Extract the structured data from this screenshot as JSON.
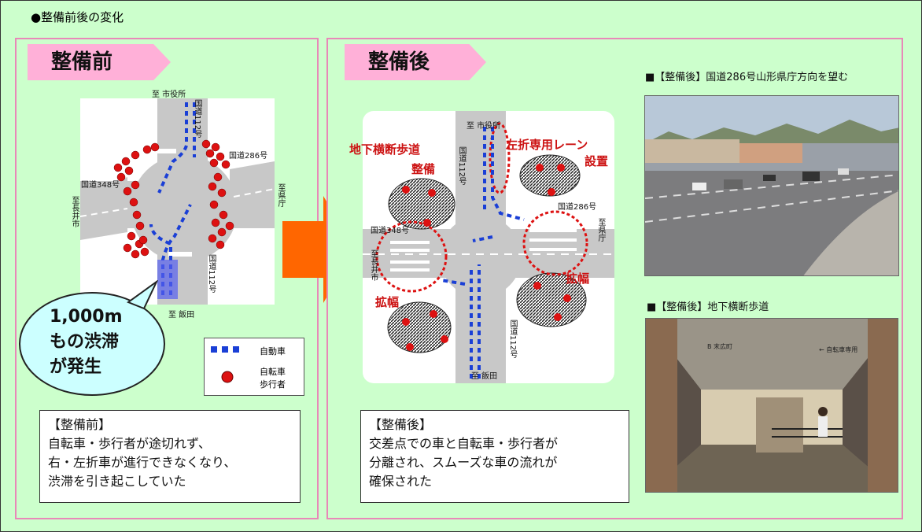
{
  "header": "●整備前後の変化",
  "before": {
    "tag": "整備前",
    "labels": {
      "north": "至 市役所",
      "south": "至 飯田",
      "west": "至長井市",
      "east": "至県庁",
      "r286": "国道286号",
      "r348": "国道348号",
      "r112n": "国道112号",
      "r112s": "国道112号"
    },
    "bubble": [
      "1,000m",
      "もの渋滞",
      "が発生"
    ],
    "legend": {
      "car": "自動車",
      "bike": "自転車",
      "walker": "歩行者"
    },
    "box": {
      "title": "【整備前】",
      "lines": [
        "自転車・歩行者が途切れず、",
        "右・左折車が進行できなくなり、",
        "渋滞を引き起こしていた"
      ]
    }
  },
  "after": {
    "tag": "整備後",
    "labels": {
      "north": "至 市役所",
      "south": "至 飯田",
      "west": "至長井市",
      "east": "至県庁",
      "r286": "国道286号",
      "r348": "国道348号",
      "r112n": "国道112号",
      "r112s": "国道112号"
    },
    "red": {
      "underpass1": "地下横断歩道",
      "underpass2": "整備",
      "leftlane1": "左折専用レーン",
      "leftlane2": "設置",
      "widen1": "拡幅",
      "widen2": "拡幅"
    },
    "box": {
      "title": "【整備後】",
      "lines": [
        "交差点での車と自転車・歩行者が",
        "分離され、スムーズな車の流れが",
        "確保された"
      ]
    }
  },
  "photos": {
    "top_caption": "■【整備後】国道286号山形県庁方向を望む",
    "bottom_caption": "■【整備後】地下横断歩道",
    "sign1": "B 末広町",
    "sign2": "← 自転車専用"
  }
}
